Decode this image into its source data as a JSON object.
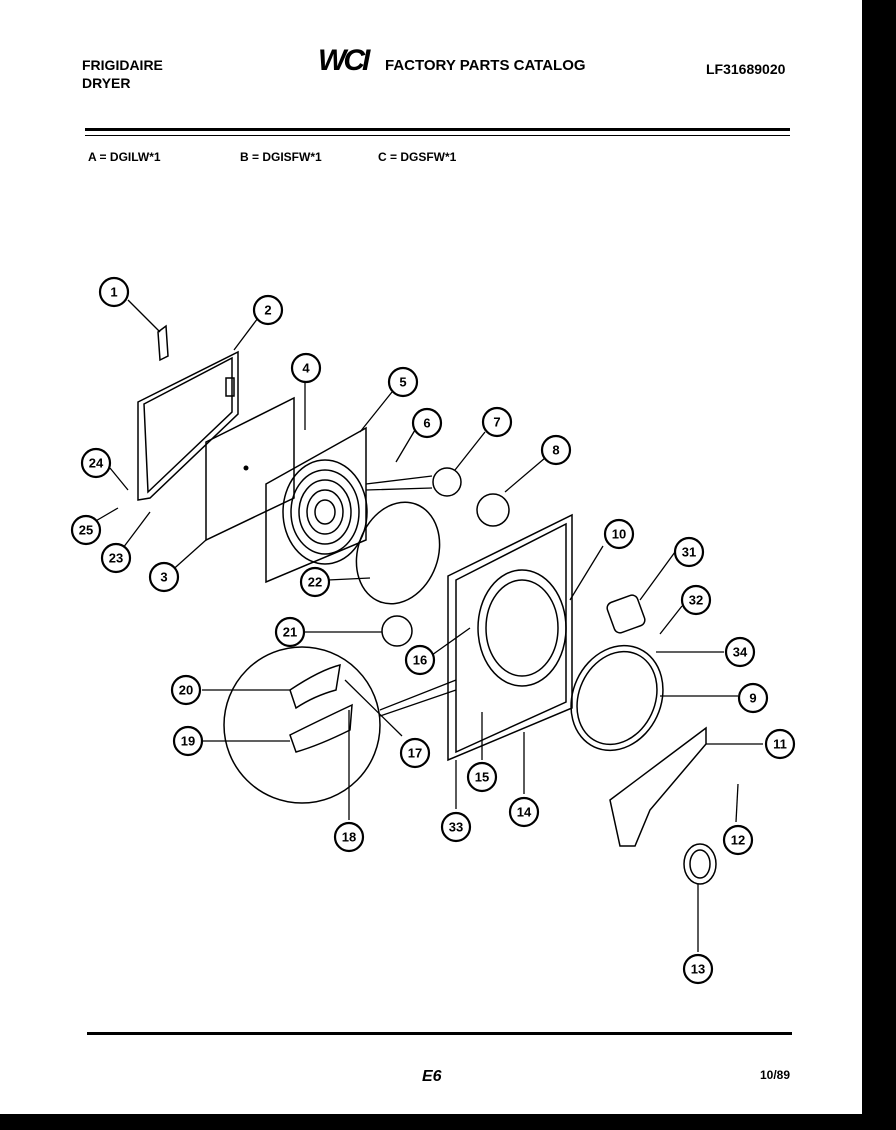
{
  "header": {
    "brand": "FRIGIDAIRE",
    "product": "DRYER",
    "logo": "WCI",
    "catalog_title": "FACTORY PARTS CATALOG",
    "part_number": "LF31689020"
  },
  "models": [
    "A = DGILW*1",
    "B = DGISFW*1",
    "C = DGSFW*1"
  ],
  "callouts": [
    "1",
    "2",
    "3",
    "4",
    "5",
    "6",
    "7",
    "8",
    "9",
    "10",
    "11",
    "12",
    "13",
    "14",
    "15",
    "16",
    "17",
    "18",
    "19",
    "20",
    "21",
    "22",
    "23",
    "24",
    "25",
    "31",
    "32",
    "33",
    "34"
  ],
  "footer": {
    "page_code": "E6",
    "date": "10/89"
  }
}
